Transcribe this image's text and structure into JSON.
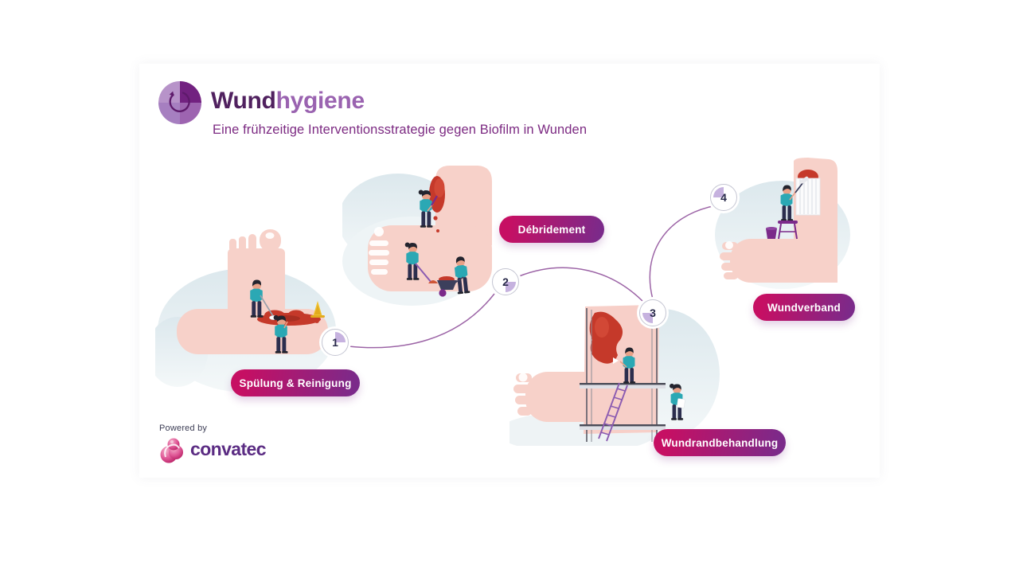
{
  "slide": {
    "header": {
      "title": {
        "part1": "Wund",
        "part2": "hygiene"
      },
      "subtitle": "Eine frühzeitige Interventionsstrategie gegen Biofilm in Wunden"
    },
    "steps": [
      {
        "number": "1",
        "label": "Spülung & Reinigung",
        "wedge_quadrant": "top-right",
        "scene": "cleaners mopping red wound puddle on giant foot, wet-floor sign"
      },
      {
        "number": "2",
        "label": "Débridement",
        "wedge_quadrant": "bottom-right",
        "scene": "workers scraping red wound tissue off giant hand, sweeping, wheelbarrow"
      },
      {
        "number": "3",
        "label": "Wundrandbehandlung",
        "wedge_quadrant": "bottom-left",
        "scene": "worker on scaffolding treating wound edge on pink wall, ladder, planner"
      },
      {
        "number": "4",
        "label": "Wundverband",
        "wedge_quadrant": "top-left",
        "scene": "worker on stool applying white dressing over wound, bucket"
      }
    ],
    "footer": {
      "powered_by": "Powered by",
      "brand": "convatec"
    },
    "icons": {
      "logo": "wundhygiene-circular-arrow-logo",
      "step_marker": "quarter-pie-clock-marker",
      "brand": "convatec-swirl-logo"
    },
    "colors": {
      "title_dark": "#50215f",
      "title_light": "#9a63b0",
      "subtitle": "#7c2a82",
      "badge_gradient_start": "#c60f63",
      "badge_gradient_end": "#7b2a8a",
      "skin_pink": "#f7d1c9",
      "wound_red": "#c5392a",
      "worker_teal": "#2ba8b4",
      "worker_navy": "#2c2e4e",
      "background_blob": "#dfe9ee",
      "connector": "#9c64a6",
      "step_wedge": "#c6b2df",
      "convatec_purple": "#5b2c83"
    }
  }
}
